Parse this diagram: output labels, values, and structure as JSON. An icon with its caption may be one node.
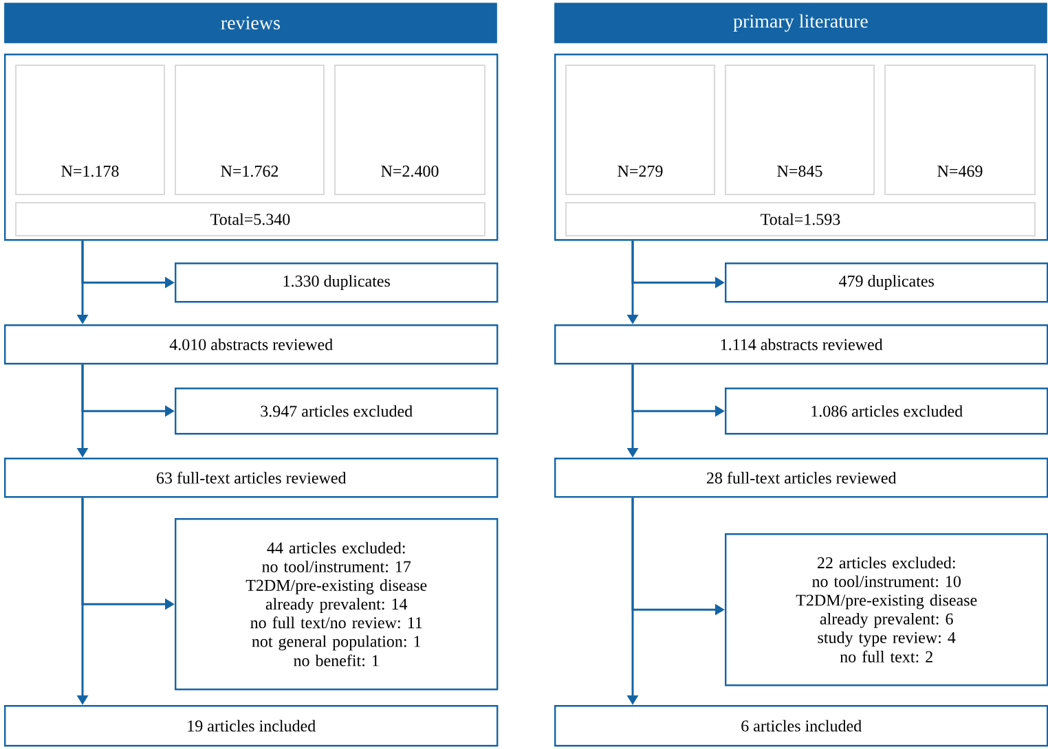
{
  "diagram": {
    "nodes": [
      {
        "text": [
          "reviews"
        ]
      },
      {
        "text": [],
        "shape": "box"
      },
      {
        "text": [
          "N=1.178"
        ],
        "in": 1
      },
      {
        "text": [
          "N=1.762"
        ],
        "in": 1
      },
      {
        "text": [
          "N=2.400"
        ],
        "in": 1
      },
      {
        "text": [
          "Total=5.340"
        ],
        "in": 1
      },
      {
        "text": [
          "1.330 duplicates"
        ]
      },
      {
        "text": [
          "4.010 abstracts reviewed"
        ]
      },
      {
        "text": [
          "3.947 articles excluded"
        ]
      },
      {
        "text": [
          "63 full-text articles reviewed"
        ]
      },
      {
        "text": [
          "44 articles excluded:",
          "no tool/instrument: 17",
          "T2DM/pre-existing disease already prevalent: 14",
          "no full text/no review: 11",
          "not general population: 1",
          "no benefit: 1"
        ]
      },
      {
        "text": [
          "19 articles included"
        ]
      },
      {
        "text": [
          "primary literature"
        ]
      },
      {
        "text": [],
        "shape": "box"
      },
      {
        "text": [
          "N=279"
        ],
        "in": 13
      },
      {
        "text": [
          "N=845"
        ],
        "in": 13
      },
      {
        "text": [
          "N=469"
        ],
        "in": 13
      },
      {
        "text": [
          "Total=1.593"
        ],
        "in": 13
      },
      {
        "text": [
          "479 duplicates"
        ]
      },
      {
        "text": [
          "1.114 abstracts reviewed"
        ]
      },
      {
        "text": [
          "1.086 articles excluded"
        ]
      },
      {
        "text": [
          "28 full-text articles reviewed"
        ]
      },
      {
        "text": [
          "22 articles excluded:",
          "no tool/instrument: 10",
          "T2DM/pre-existing disease already prevalent: 6",
          "study type review: 4",
          "no full text: 2"
        ]
      },
      {
        "text": [
          "6 articles included"
        ]
      }
    ],
    "edges": [
      {
        "from": 1,
        "to": 6,
        "arrow": "to"
      },
      {
        "from": 1,
        "to": 7,
        "arrow": "to"
      },
      {
        "from": 7,
        "to": 8,
        "arrow": "to"
      },
      {
        "from": 7,
        "to": 9,
        "arrow": "to"
      },
      {
        "from": 9,
        "to": 10,
        "arrow": "to"
      },
      {
        "from": 9,
        "to": 11,
        "arrow": "to"
      },
      {
        "from": 13,
        "to": 18,
        "arrow": "to"
      },
      {
        "from": 13,
        "to": 19,
        "arrow": "to"
      },
      {
        "from": 19,
        "to": 20,
        "arrow": "to"
      },
      {
        "from": 19,
        "to": 21,
        "arrow": "to"
      },
      {
        "from": 21,
        "to": 22,
        "arrow": "to"
      },
      {
        "from": 21,
        "to": 23,
        "arrow": "to"
      }
    ]
  }
}
